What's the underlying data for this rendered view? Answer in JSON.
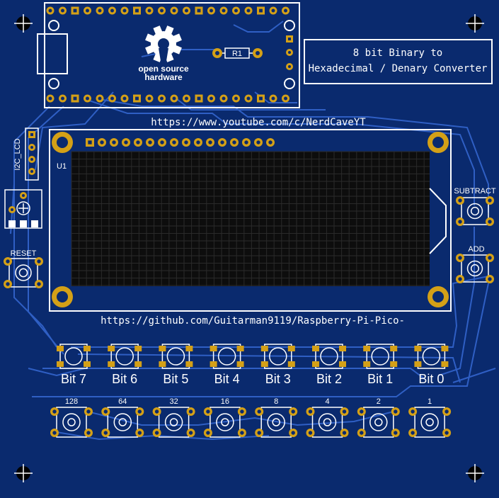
{
  "colors": {
    "board": "#0a2a6e",
    "trace": "#2f5fc4",
    "pad_gold": "#d4a017",
    "silkscreen": "#ffffff",
    "lcd_grid": "#2a2a2a",
    "lcd_bg": "#0d0d0d"
  },
  "title_box": {
    "line1": "8 bit Binary to",
    "line2": "Hexadecimal / Denary Converter"
  },
  "osh_logo": {
    "icon": "open-source-hardware-gear-icon",
    "line1": "open source",
    "line2": "hardware"
  },
  "labels": {
    "resistor": "R1",
    "lcd_ref": "U1",
    "i2c_connector": "I2C_LCD",
    "youtube_url": "https://www.youtube.com/c/NerdCaveYT",
    "github_url": "https://github.com/Guitarman9119/Raspberry-Pi-Pico-",
    "reset": "RESET",
    "subtract": "SUBTRACT",
    "add": "ADD"
  },
  "bit_switches": [
    "Bit 7",
    "Bit 6",
    "Bit 5",
    "Bit 4",
    "Bit 3",
    "Bit 2",
    "Bit 1",
    "Bit 0"
  ],
  "place_values": [
    "128",
    "64",
    "32",
    "16",
    "8",
    "4",
    "2",
    "1"
  ]
}
